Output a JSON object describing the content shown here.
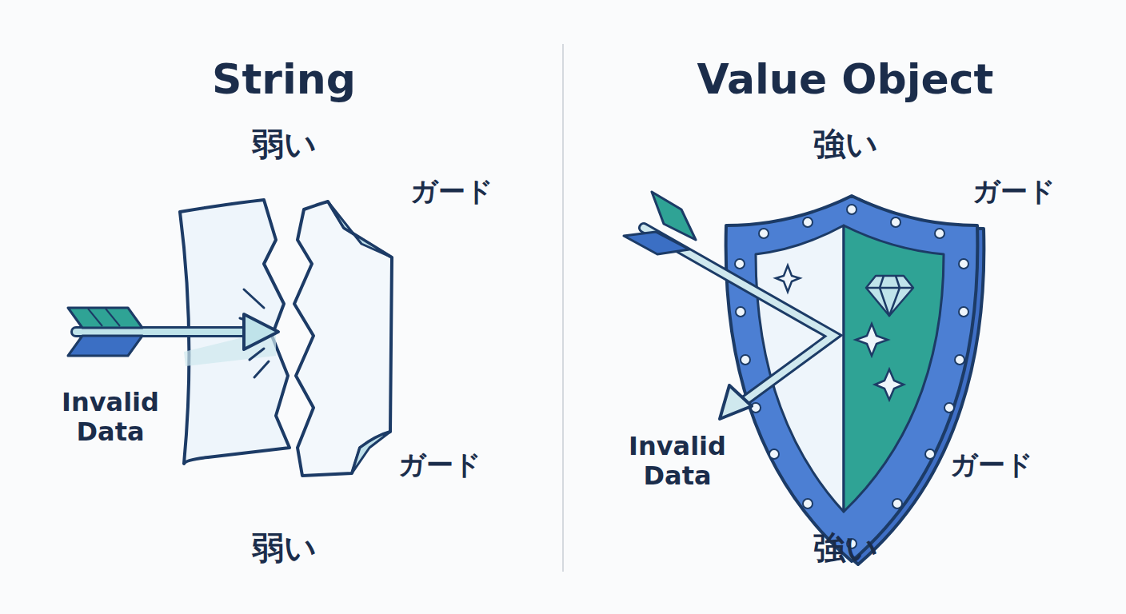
{
  "diagram": {
    "labels": [
      "String",
      "弱い",
      "ガード",
      "Invalid Data",
      "ガード",
      "弱い",
      "Value Object",
      "強い",
      "ガード",
      "Invalid Data",
      "ガード",
      "強い"
    ]
  }
}
